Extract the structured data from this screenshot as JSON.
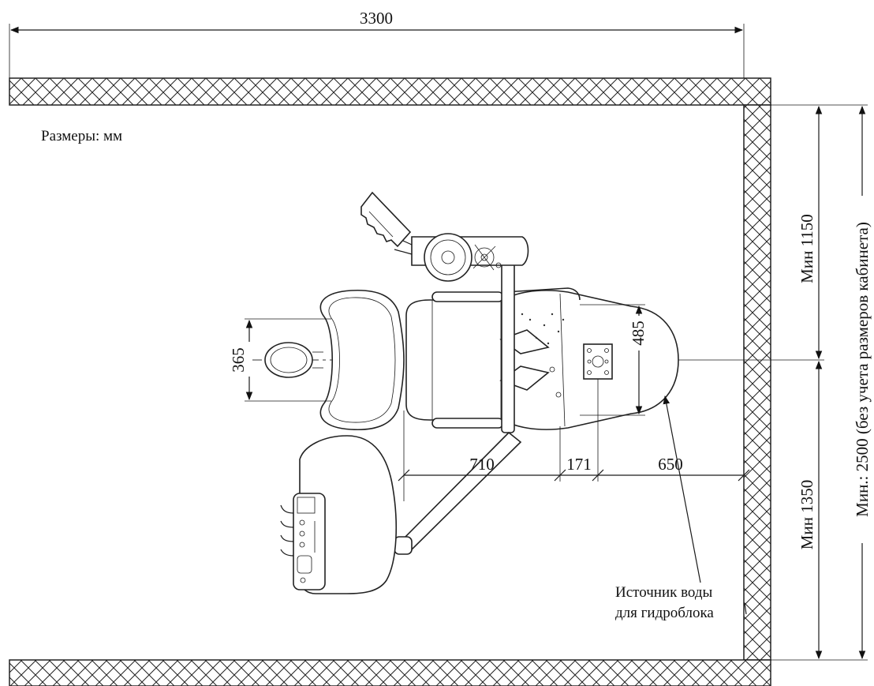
{
  "diagram": {
    "units_note": "Размеры: мм",
    "dimensions": {
      "room_width": "3300",
      "min_top": "Мин 1150",
      "min_bottom": "Мин 1350",
      "min_total": "Мин.: 2500 (без учета размеров кабинета)",
      "headrest_width": "365",
      "seat_width": "485",
      "d1": "710",
      "d2": "171",
      "d3": "650"
    },
    "labels": {
      "water_source_line1": "Источник воды",
      "water_source_line2": "для гидроблока"
    }
  }
}
